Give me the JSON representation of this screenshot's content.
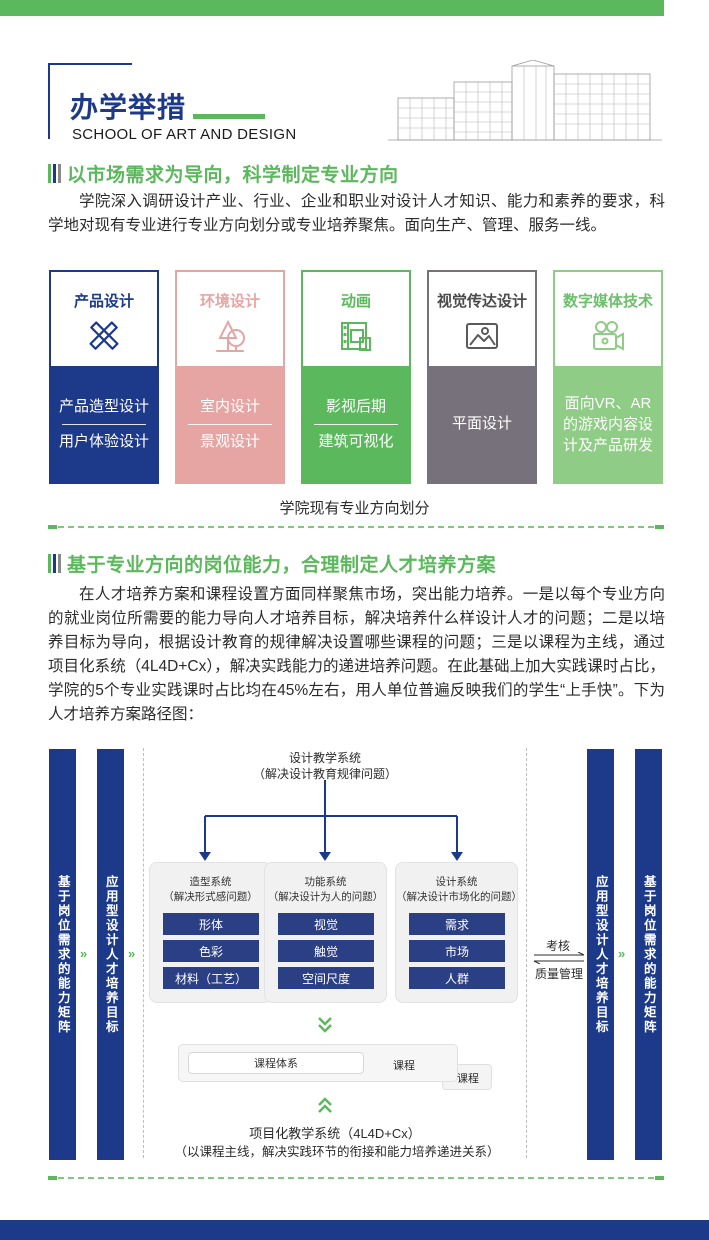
{
  "header": {
    "title": "办学举措",
    "subtitle": "SCHOOL OF ART AND DESIGN"
  },
  "section1": {
    "title": "以市场需求为导向，科学制定专业方向",
    "paragraph": "学院深入调研设计产业、行业、企业和职业对设计人才知识、能力和素养的要求，科学地对现有专业进行专业方向划分或专业培养聚焦。面向生产、管理、服务一线。"
  },
  "cards": [
    {
      "title": "产品设计",
      "icon": "pencil-ruler-icon",
      "color": "#1d3a8a",
      "lines": [
        "产品造型设计",
        "用户体验设计"
      ]
    },
    {
      "title": "环境设计",
      "icon": "tree-icon",
      "color": "#e6a5a3",
      "lines": [
        "室内设计",
        "景观设计"
      ]
    },
    {
      "title": "动画",
      "icon": "film-icon",
      "color": "#5cb85c",
      "lines": [
        "影视后期",
        "建筑可视化"
      ]
    },
    {
      "title": "视觉传达设计",
      "icon": "picture-icon",
      "color": "#76717a",
      "lines": [
        "平面设计"
      ]
    },
    {
      "title": "数字媒体技术",
      "icon": "camera-icon",
      "color": "#8fcc85",
      "lines": [
        "面向VR、AR的游戏内容设计及产品研发"
      ]
    }
  ],
  "cards_caption": "学院现有专业方向划分",
  "section2": {
    "title": "基于专业方向的岗位能力，合理制定人才培养方案",
    "paragraph": "在人才培养方案和课程设置方面同样聚焦市场，突出能力培养。一是以每个专业方向的就业岗位所需要的能力导向人才培养目标，解决培养什么样设计人才的问题；二是以培养目标为导向，根据设计教育的规律解决设置哪些课程的问题；三是以课程为主线，通过项目化系统（4L4D+Cx），解决实践能力的递进培养问题。在此基础上加大实践课时占比，学院的5个专业实践课时占比均在45%左右，用人单位普遍反映我们的学生“上手快”。下为人才培养方案路径图："
  },
  "diagram": {
    "left_outer": "基于岗位需求的能力矩阵",
    "left_inner": "应用型设计人才培养目标",
    "right_inner": "应用型设计人才培养目标",
    "right_outer": "基于岗位需求的能力矩阵",
    "top_title": "设计教学系统",
    "top_sub": "（解决设计教育规律问题）",
    "systems": [
      {
        "title": "造型系统",
        "sub": "（解决形式感问题）",
        "items": [
          "形体",
          "色彩",
          "材料（工艺）"
        ]
      },
      {
        "title": "功能系统",
        "sub": "（解决设计为人的问题）",
        "items": [
          "视觉",
          "触觉",
          "空间尺度"
        ]
      },
      {
        "title": "设计系统",
        "sub": "（解决设计市场化的问题）",
        "items": [
          "需求",
          "市场",
          "人群"
        ]
      }
    ],
    "course_system": "课程体系",
    "course_1": "课程",
    "course_2": "课程",
    "bottom_title": "项目化教学系统（4L4D+Cx）",
    "bottom_sub": "（以课程主线，解决实践环节的衔接和能力培养递进关系）",
    "side_top": "考核",
    "side_bottom": "质量管理"
  }
}
